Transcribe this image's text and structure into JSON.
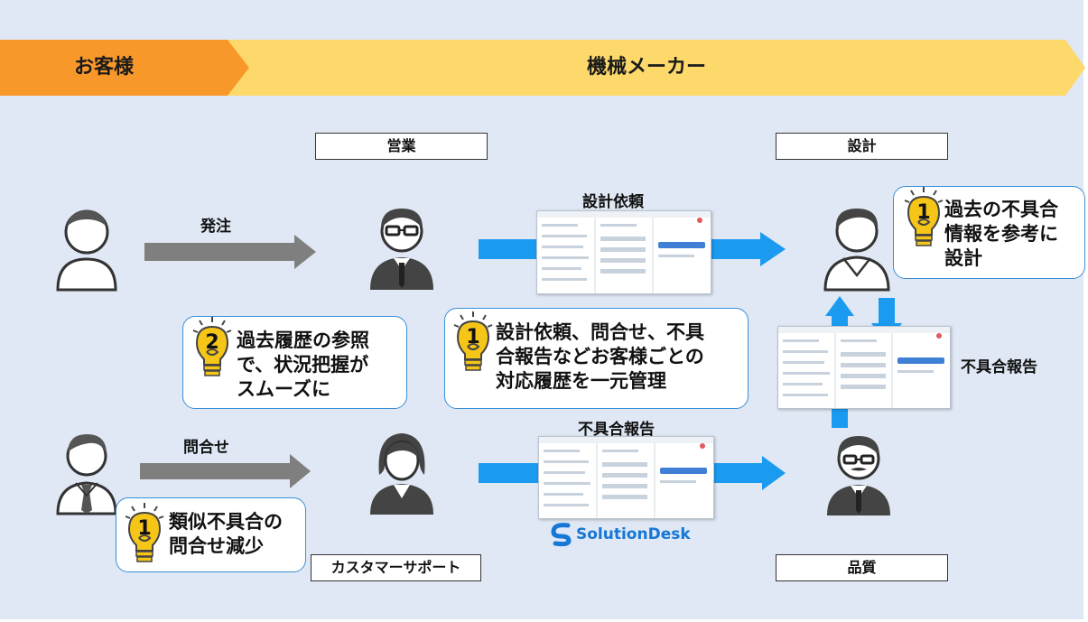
{
  "banner": {
    "customer": "お客様",
    "maker": "機械メーカー"
  },
  "departments": {
    "sales": "営業",
    "design": "設計",
    "support": "カスタマーサポート",
    "quality": "品質"
  },
  "flows": {
    "order": "発注",
    "inquiry": "問合せ",
    "design_request": "設計依頼",
    "defect_report_bottom": "不具合報告",
    "defect_report_right": "不具合報告"
  },
  "callouts": {
    "design_past": {
      "number": "1",
      "text": "過去の不具合\n情報を参考に\n設計"
    },
    "history_ref": {
      "number": "2",
      "text": "過去履歴の参照\nで、状況把握が\nスムーズに"
    },
    "central": {
      "number": "1",
      "text": "設計依頼、問合せ、不具\n合報告などお客様ごとの\n対応履歴を一元管理"
    },
    "similar": {
      "number": "1",
      "text": "類似不具合の\n問合せ減少"
    }
  },
  "logo": {
    "text": "SolutionDesk"
  },
  "colors": {
    "background": "#dfe8f4",
    "banner_orange": "#f8982b",
    "banner_yellow": "#fdd96b",
    "arrow_blue": "#1a9bf0",
    "arrow_gray": "#7f7f7f",
    "callout_border": "#3a8fd6",
    "bulb_yellow": "#f5c518",
    "logo_blue": "#1677d6"
  }
}
